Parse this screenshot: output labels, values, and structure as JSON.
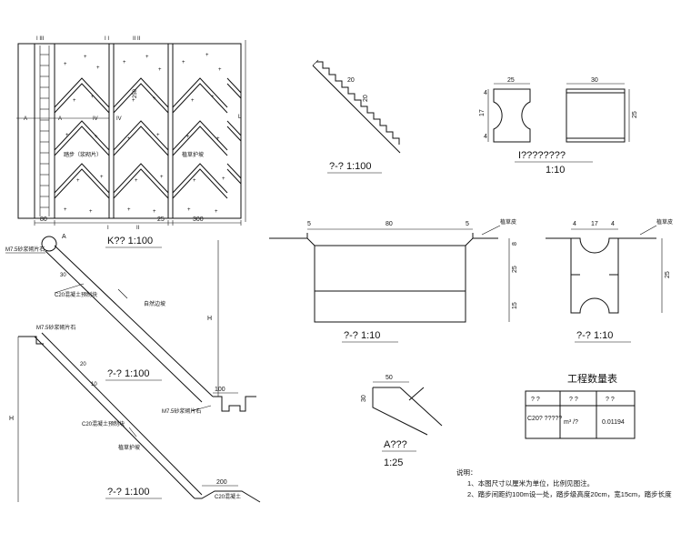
{
  "drawing": {
    "plan": {
      "title": "K?? 1:100",
      "section_marks_top": [
        "I III",
        "I I",
        "II II"
      ],
      "section_marks_bottom": [
        "I",
        "II"
      ],
      "row_marks": [
        "A",
        "A",
        "IV",
        "IV"
      ],
      "dims": {
        "ladder_width": "80",
        "gap": "25",
        "cell_width": "300",
        "chevron_height": "250",
        "length": "L"
      },
      "labels": {
        "stair": "踏步（浆砌片）",
        "grass": "植草护坡"
      }
    },
    "stair_detail": {
      "title": "?-? 1:100",
      "tread": "20",
      "riser": "20"
    },
    "block_detail": {
      "title": "I????????",
      "scale": "1:10",
      "dims": {
        "w1": "25",
        "h1": "17",
        "s1": "4",
        "s2": "4",
        "w2": "30",
        "h2": "25"
      }
    },
    "section_left": {
      "title_upper": "?-? 1:100",
      "title_lower": "?-? 1:100",
      "labels": {
        "m75_top": "M7.5砂浆砌片石",
        "c20_upper": "C20混凝土预制块",
        "natural_slope": "自然边坡",
        "m75_mid": "M7.5砂浆砌片石",
        "c20_lower": "C20混凝土预制块",
        "grass_slope": "植草护坡",
        "m75_bottom": "M7.5砂浆砌片石",
        "c20_bottom": "C20混凝土"
      },
      "dims": {
        "h_right": "H",
        "h_left": "H",
        "base": "100",
        "base_lower": "200",
        "d30": "30",
        "d20": "20",
        "d10": "10",
        "callout": "A"
      }
    },
    "section_mid": {
      "title": "?-? 1:10",
      "dims": {
        "left": "5",
        "top": "80",
        "right": "5",
        "h_top": "8",
        "h_mid": "25",
        "h_bot": "15"
      },
      "label": "植草皮"
    },
    "section_right": {
      "title": "?-? 1:10",
      "dims": {
        "a": "4",
        "b": "17",
        "c": "4",
        "h": "25"
      },
      "label": "植草皮"
    },
    "detail_a": {
      "title": "A???",
      "scale": "1:25",
      "dims": {
        "w": "50",
        "h": "30"
      }
    },
    "quantity_table": {
      "title": "工程数量表",
      "header": [
        "?  ?",
        "? ?",
        "? ?"
      ],
      "row": [
        "C20?\n?????",
        "m³ /?",
        "0.01194"
      ]
    },
    "notes": {
      "heading": "说明：",
      "items": [
        "1、本图尺寸以厘米为单位，比例见图注。",
        "2、踏步间距约100m设一处，踏步级高度20cm，宽15cm，踏步长度"
      ]
    }
  }
}
